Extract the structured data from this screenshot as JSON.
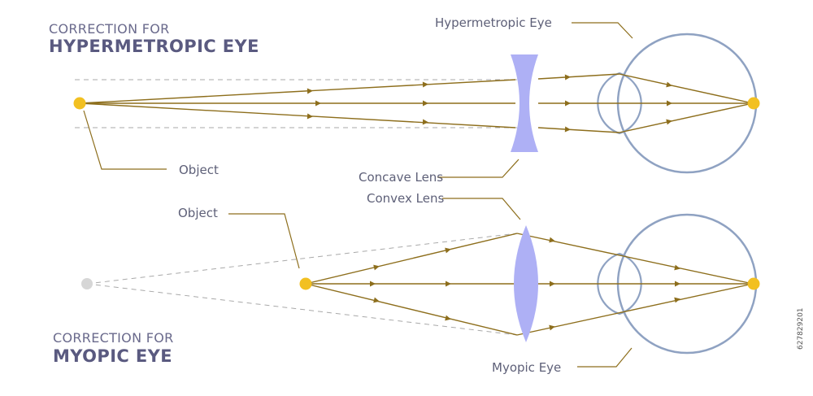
{
  "top": {
    "title_line1": "CORRECTION FOR",
    "title_line2": "HYPERMETROPIC EYE",
    "eye_label": "Hypermetropic Eye",
    "object_label": "Object",
    "lens_label": "Concave Lens"
  },
  "bottom": {
    "title_line1": "CORRECTION FOR",
    "title_line2": "MYOPIC EYE",
    "eye_label": "Myopic Eye",
    "object_label": "Object",
    "lens_label": "Convex Lens"
  },
  "watermark_side_text": "627829201",
  "colors": {
    "ray": "#8d6e1c",
    "lens": "#aeb0f5",
    "eye": "#8fa2c2",
    "object": "#f2c021",
    "virtual_object": "#d6d6d6",
    "title": "#5a5a80"
  }
}
